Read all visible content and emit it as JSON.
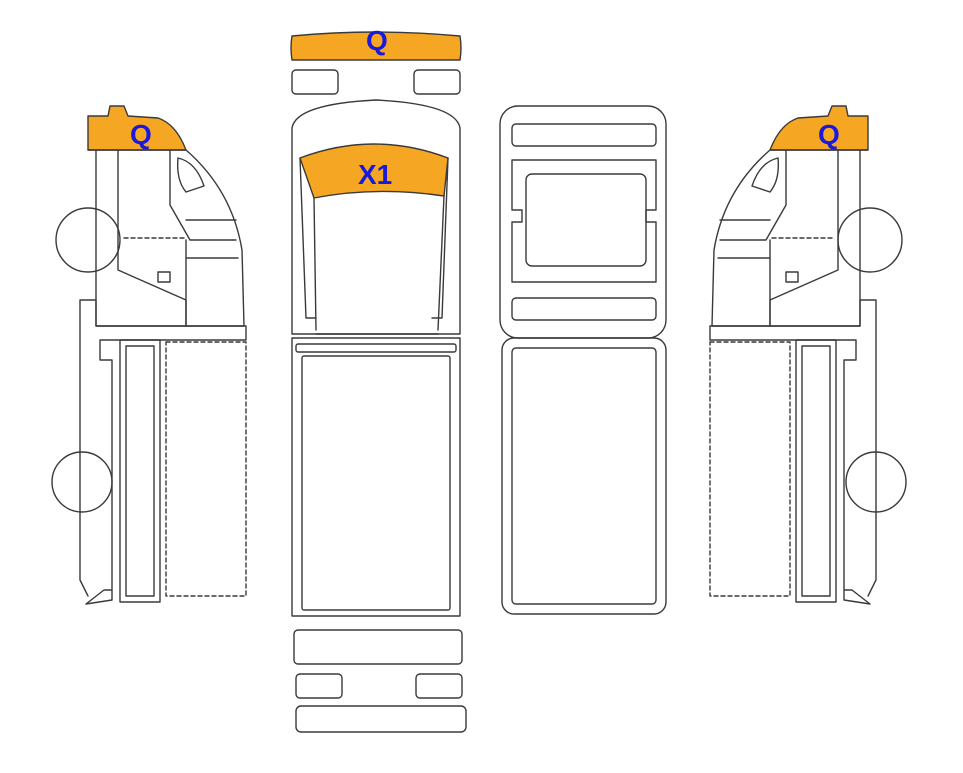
{
  "colors": {
    "outline": "#3a3a3a",
    "highlight": "#f5a623",
    "label": "#1a1adc",
    "background": "#ffffff"
  },
  "labels": {
    "front_roof": "Q",
    "windshield": "X1",
    "left_roof": "Q",
    "right_roof": "Q"
  }
}
